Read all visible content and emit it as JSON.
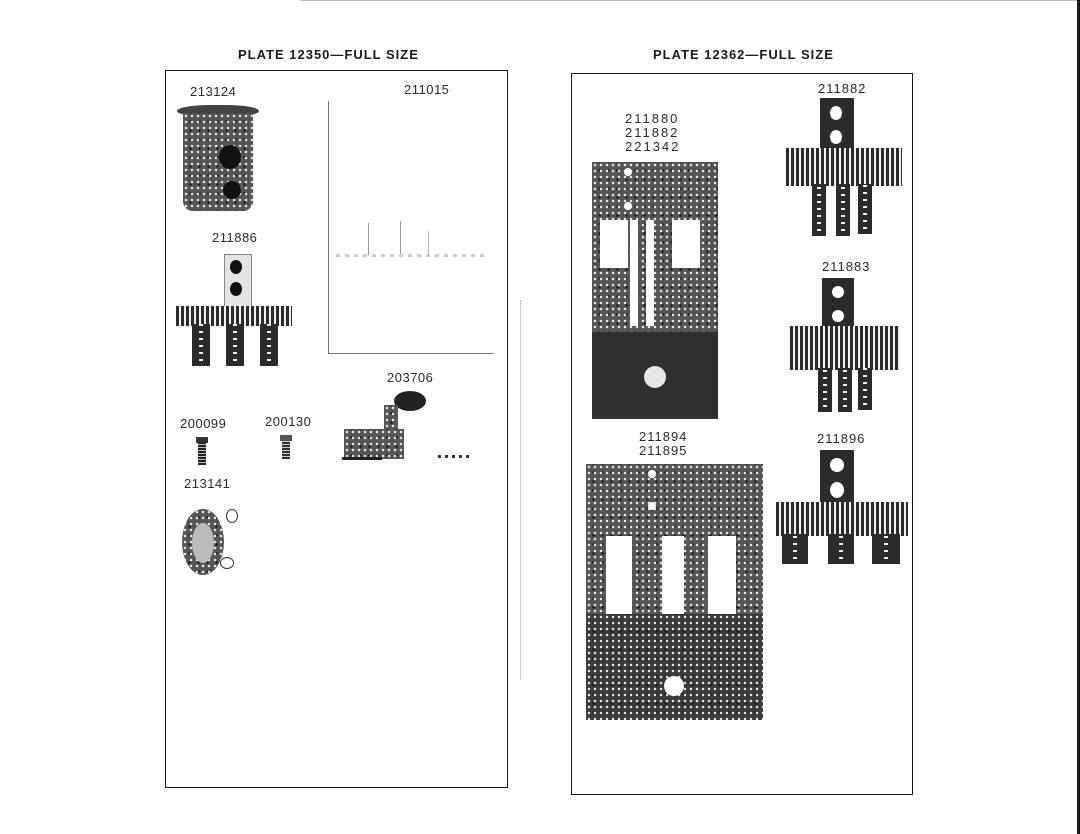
{
  "plates": [
    {
      "title": "PLATE 12350—FULL SIZE",
      "parts": [
        "213124",
        "211015",
        "211886",
        "203706",
        "200099",
        "200130",
        "213141"
      ]
    },
    {
      "title": "PLATE 12362—FULL SIZE",
      "parts": [
        "211880",
        "211882",
        "221342",
        "211882",
        "211883",
        "211894",
        "211895",
        "211896"
      ]
    }
  ],
  "labels": {
    "p213124": "213124",
    "p211015": "211015",
    "p211886": "211886",
    "p203706": "203706",
    "p200099": "200099",
    "p200130": "200130",
    "p213141": "213141",
    "p211880": "211880",
    "p211882": "211882",
    "p221342": "221342",
    "p211882b": "211882",
    "p211883": "211883",
    "p211894": "211894",
    "p211895": "211895",
    "p211896": "211896"
  }
}
